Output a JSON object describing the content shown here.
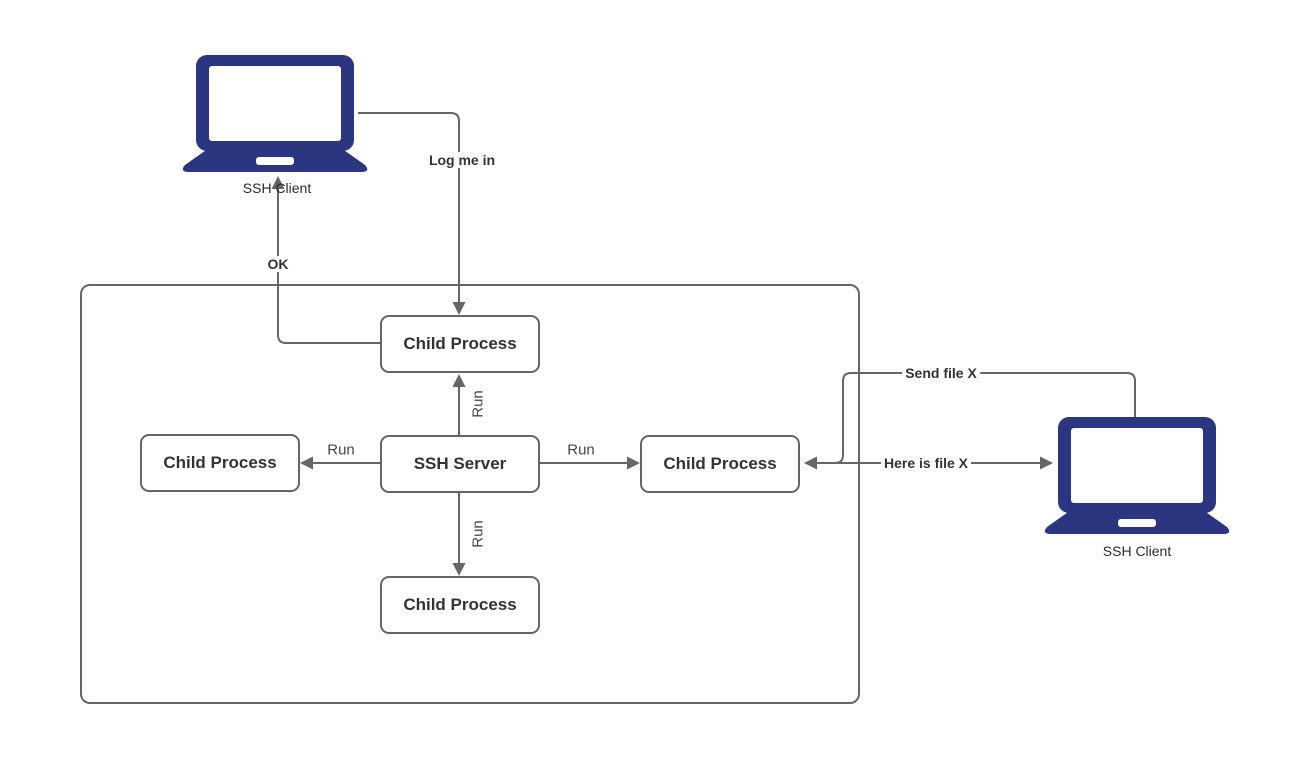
{
  "diagram": {
    "title": "SSH client-server process diagram",
    "nodes": {
      "client_left": {
        "label": "SSH Client"
      },
      "client_right": {
        "label": "SSH Client"
      },
      "server": {
        "label": "SSH Server"
      },
      "child_top": {
        "label": "Child Process"
      },
      "child_left": {
        "label": "Child Process"
      },
      "child_right": {
        "label": "Child Process"
      },
      "child_bottom": {
        "label": "Child Process"
      }
    },
    "edges": {
      "log_me_in": {
        "label": "Log me in",
        "from": "client_left",
        "to": "child_top"
      },
      "ok": {
        "label": "OK",
        "from": "child_top",
        "to": "client_left"
      },
      "run_top": {
        "label": "Run",
        "from": "server",
        "to": "child_top"
      },
      "run_left": {
        "label": "Run",
        "from": "server",
        "to": "child_left"
      },
      "run_right": {
        "label": "Run",
        "from": "server",
        "to": "child_right"
      },
      "run_bottom": {
        "label": "Run",
        "from": "server",
        "to": "child_bottom"
      },
      "send_file": {
        "label": "Send file X",
        "from": "client_right",
        "to": "child_right"
      },
      "here_is_file": {
        "label": "Here is file X",
        "from": "child_right",
        "to": "client_right"
      }
    }
  },
  "colors": {
    "laptop": "#2b3580",
    "line": "#666666",
    "text": "#333333",
    "bg": "#ffffff"
  }
}
